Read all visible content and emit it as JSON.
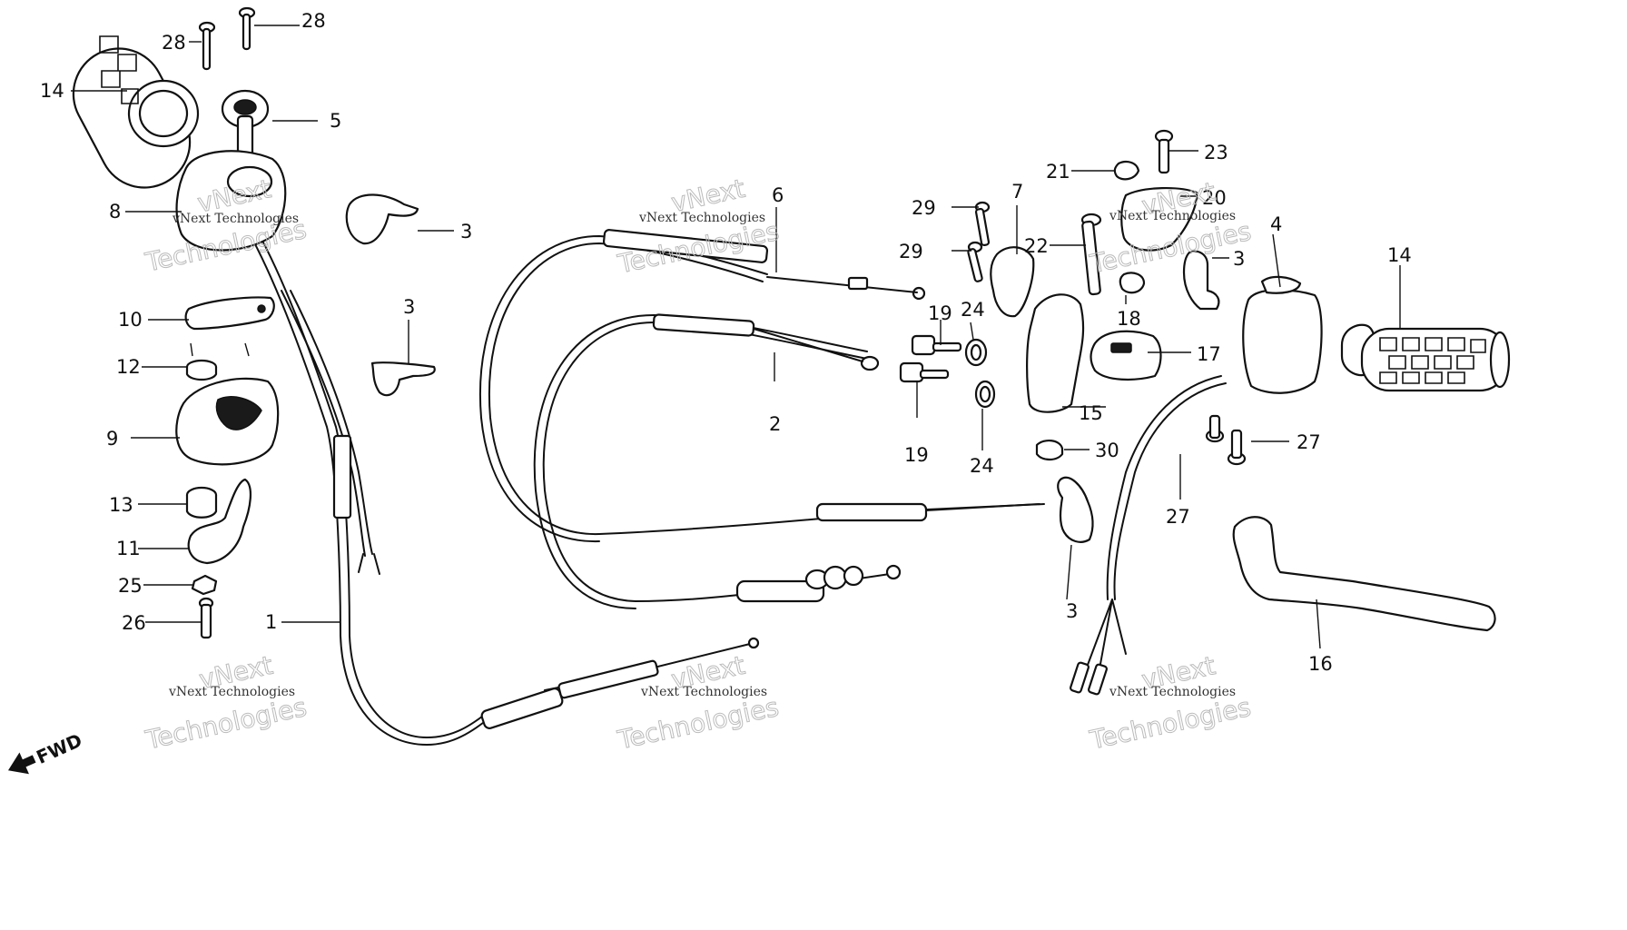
{
  "labels": [
    {
      "text": "1"
    },
    {
      "text": "2"
    },
    {
      "text": "3"
    },
    {
      "text": "3"
    },
    {
      "text": "3"
    },
    {
      "text": "3"
    },
    {
      "text": "4"
    },
    {
      "text": "5"
    },
    {
      "text": "6"
    },
    {
      "text": "7"
    },
    {
      "text": "8"
    },
    {
      "text": "9"
    },
    {
      "text": "10"
    },
    {
      "text": "11"
    },
    {
      "text": "12"
    },
    {
      "text": "13"
    },
    {
      "text": "14"
    },
    {
      "text": "14"
    },
    {
      "text": "15"
    },
    {
      "text": "16"
    },
    {
      "text": "17"
    },
    {
      "text": "18"
    },
    {
      "text": "19"
    },
    {
      "text": "19"
    },
    {
      "text": "20"
    },
    {
      "text": "21"
    },
    {
      "text": "22"
    },
    {
      "text": "23"
    },
    {
      "text": "24"
    },
    {
      "text": "24"
    },
    {
      "text": "25"
    },
    {
      "text": "26"
    },
    {
      "text": "27"
    },
    {
      "text": "27"
    },
    {
      "text": "28"
    },
    {
      "text": "28"
    },
    {
      "text": "29"
    },
    {
      "text": "29"
    },
    {
      "text": "30"
    }
  ],
  "watermark": {
    "line1": "vNext",
    "line2": "vNext Technologies",
    "line3": "Technologies"
  },
  "direction_label": "FWD",
  "colors": {
    "ink": "#111111",
    "paper": "#ffffff",
    "watermark": "#bbbbbb"
  }
}
